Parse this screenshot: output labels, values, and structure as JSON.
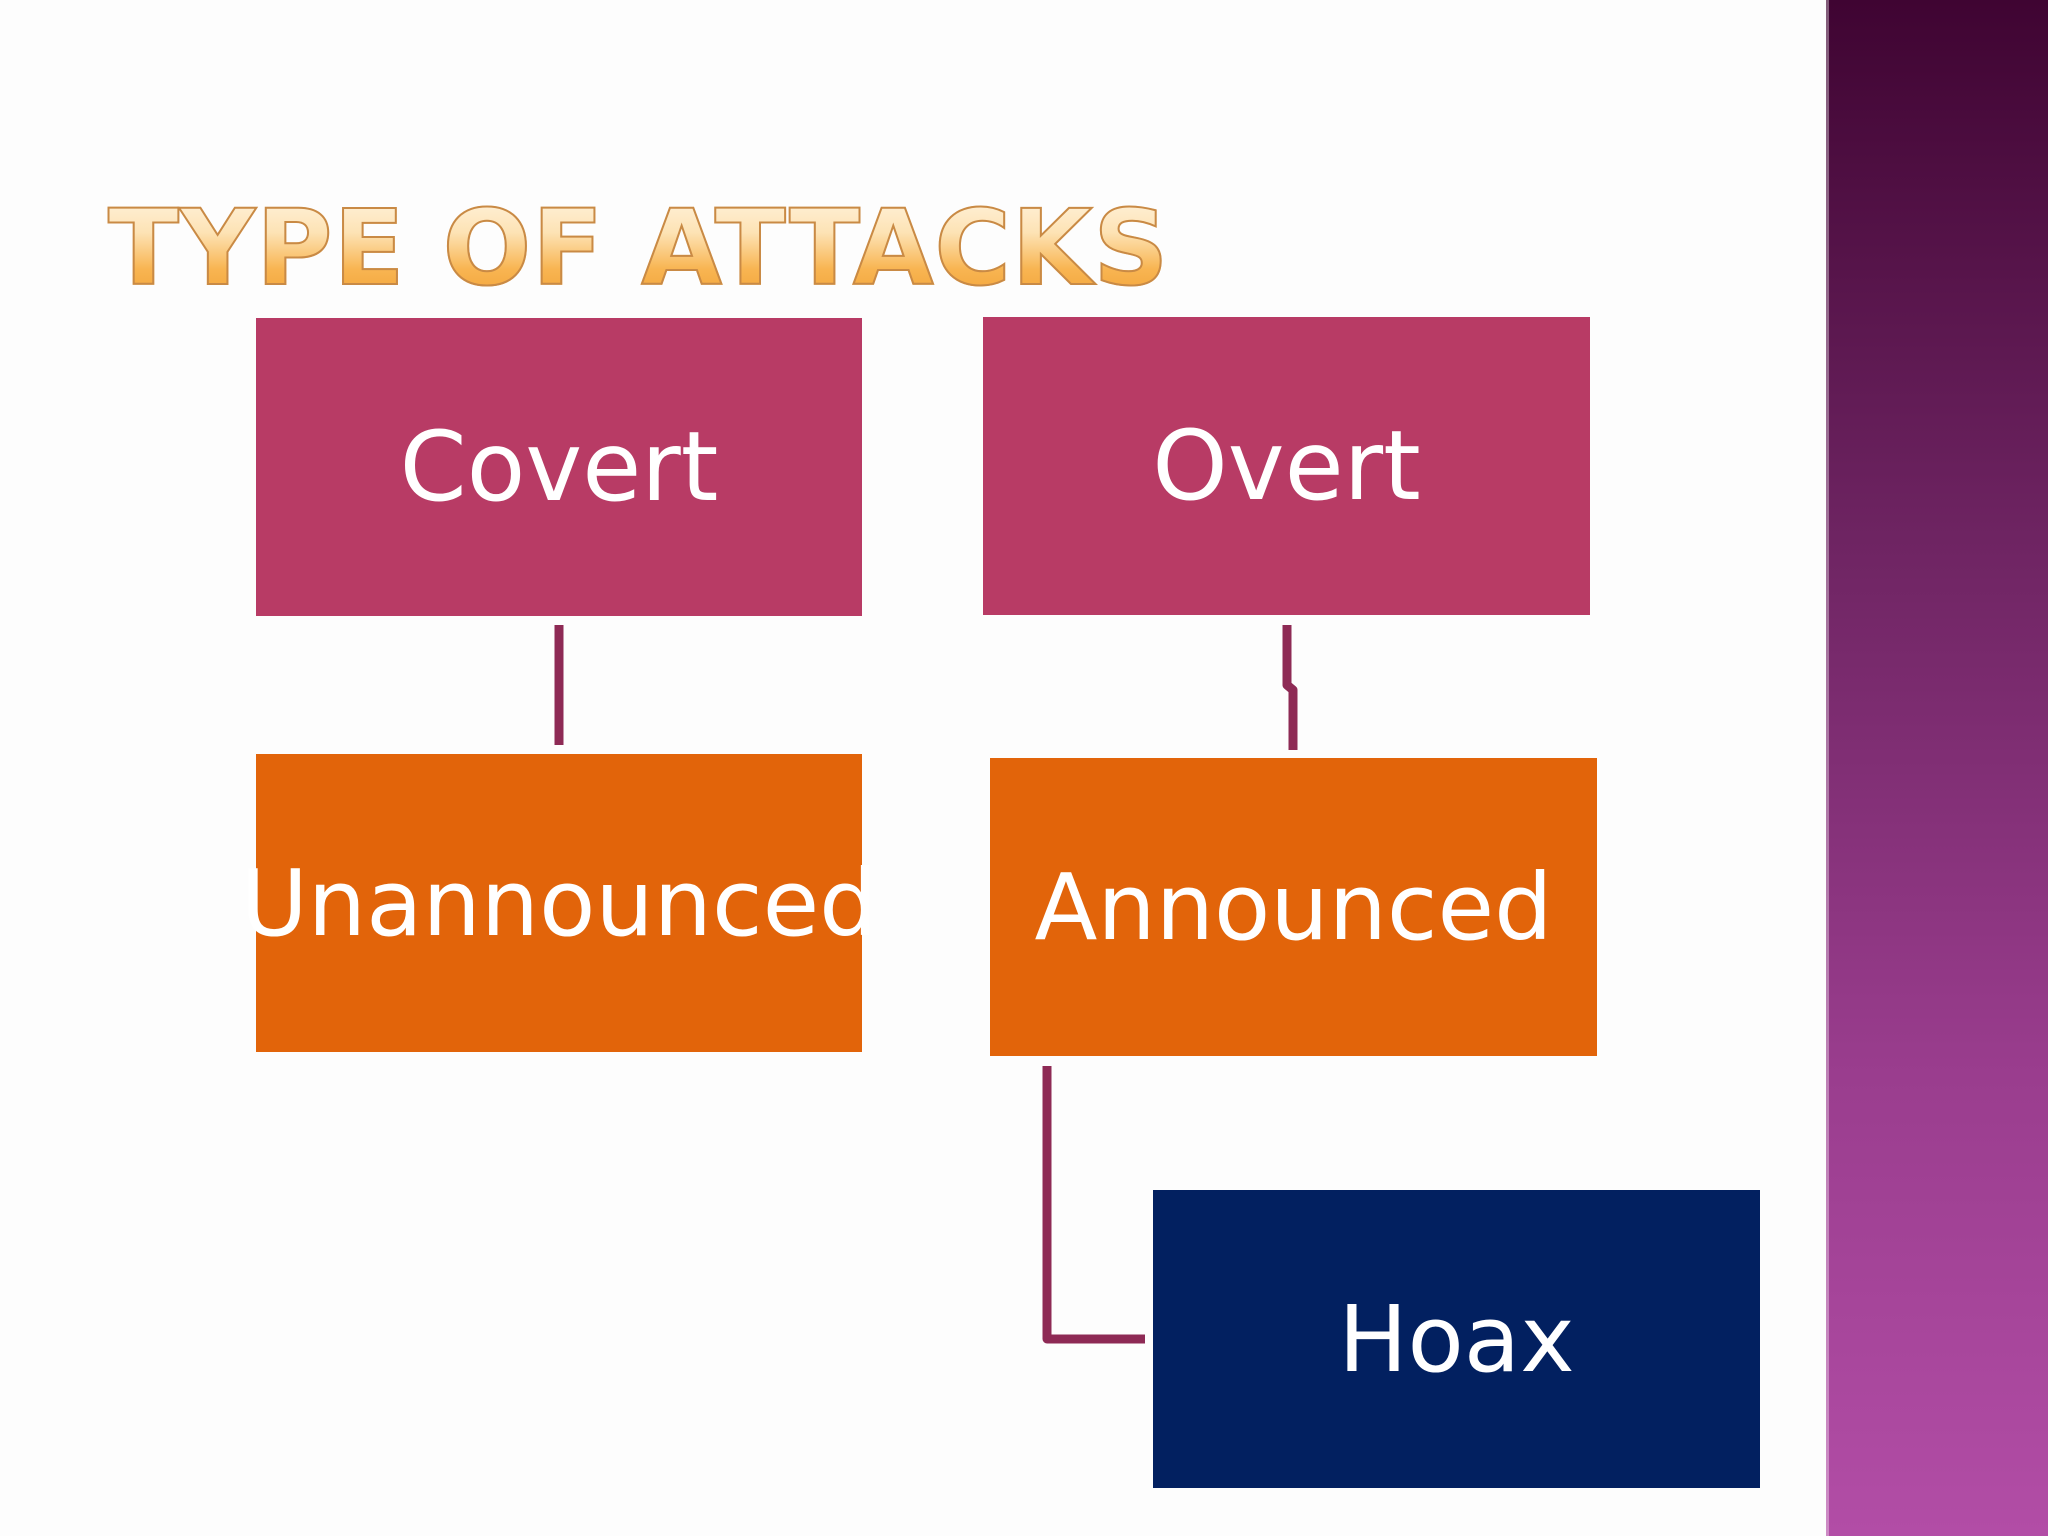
{
  "slide": {
    "title": "TYPE OF ATTACKS"
  },
  "diagram": {
    "nodes": {
      "covert": {
        "label": "Covert",
        "color": "#b83b65"
      },
      "overt": {
        "label": "Overt",
        "color": "#b83b65"
      },
      "unannounced": {
        "label": "Unannounced",
        "color": "#e2640a"
      },
      "announced": {
        "label": "Announced",
        "color": "#e2640a"
      },
      "hoax": {
        "label": "Hoax",
        "color": "#022060"
      }
    },
    "edges": [
      {
        "from": "covert",
        "to": "unannounced"
      },
      {
        "from": "overt",
        "to": "announced"
      },
      {
        "from": "announced",
        "to": "hoax"
      }
    ],
    "connector_color": "#8e2a55"
  },
  "theme": {
    "side_band_top": "#3f0432",
    "side_band_bottom": "#b24da6",
    "title_fill": "#f8b552"
  }
}
